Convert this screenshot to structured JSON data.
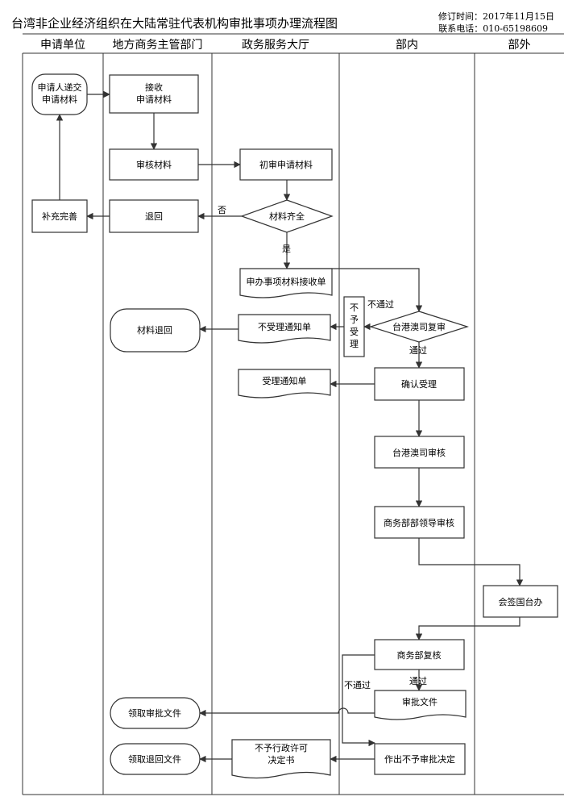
{
  "header": {
    "title": "台湾非企业经济组织在大陆常驻代表机构审批事项办理流程图",
    "revision": "修订时间：2017年11月15日",
    "phone": "联系电话：010-65198609"
  },
  "lanes": [
    "申请单位",
    "地方商务主管部门",
    "政务服务大厅",
    "部内",
    "部外"
  ],
  "nodes": {
    "submit": [
      "申请人递交",
      "申请材料"
    ],
    "receive": [
      "接收",
      "申请材料"
    ],
    "review": "审核材料",
    "first_review": "初审申请材料",
    "complete_check": "材料齐全",
    "supplement": "补充完善",
    "return": "退回",
    "receipt": "申办事项材料接收单",
    "hk_tw_recheck": "台港澳司复审",
    "not_accept": [
      "不",
      "予",
      "受",
      "理"
    ],
    "reject_notice": "不受理通知单",
    "material_return": "材料退回",
    "accept_notice": "受理通知单",
    "confirm_accept": "确认受理",
    "hk_tw_review": "台港澳司审核",
    "leader_review": "商务部部领导审核",
    "countersign": "会签国台办",
    "final_review": "商务部复核",
    "approval_doc": "审批文件",
    "collect_approval": "领取审批文件",
    "decision_reject": [
      "不予行政许可",
      "决定书"
    ],
    "make_reject": "作出不予审批决定",
    "collect_return": "领取退回文件"
  },
  "labels": {
    "no": "否",
    "yes": "是",
    "fail": "不通过",
    "pass": "通过"
  }
}
